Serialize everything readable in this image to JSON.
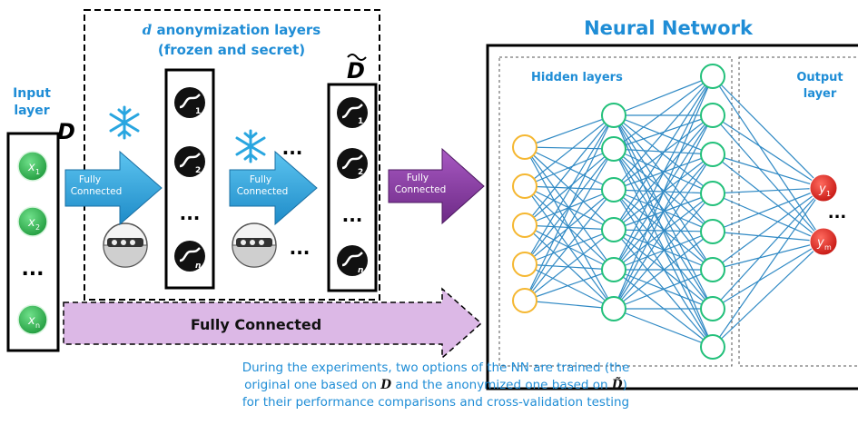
{
  "input_layer": {
    "title_line1": "Input",
    "title_line2": "layer",
    "matrix_symbol": "D",
    "nodes": [
      "x1",
      "x2",
      "...",
      "xn"
    ],
    "node_labels": [
      {
        "base": "x",
        "sub": "1"
      },
      {
        "base": "x",
        "sub": "2"
      },
      {
        "base": "x",
        "sub": "n"
      }
    ],
    "ellipsis": "..."
  },
  "anonymization": {
    "title_var": "d",
    "title_rest": " anonymization layers",
    "subtitle": "(frozen and secret)",
    "anon_symbol": "D",
    "layer_nodes": [
      "1",
      "2",
      "n"
    ],
    "ellipsis": "...",
    "arrow1_line1": "Fully",
    "arrow1_line2": "Connected",
    "arrow2_line1": "Fully",
    "arrow2_line2": "Connected"
  },
  "connector": {
    "line1": "Fully",
    "line2": "Connected"
  },
  "neural_network": {
    "title": "Neural Network",
    "hidden_label": "Hidden layers",
    "output_label_line1": "Output",
    "output_label_line2": "layer",
    "output_nodes": [
      {
        "base": "y",
        "sub": "1"
      },
      {
        "base": "y",
        "sub": "m"
      }
    ],
    "output_ellipsis": "..."
  },
  "bypass": {
    "label": "Fully Connected"
  },
  "caption": {
    "line1": "During the experiments, two options of the NN are trained (the",
    "line2_a": "original one based on ",
    "line2_sym1": "D",
    "line2_b": " and the anonymized one based on ",
    "line2_sym2": "D̃",
    "line2_c": ")",
    "line3": "for their performance comparisons and cross-validation testing"
  },
  "colors": {
    "input_node": "#2db34a",
    "hidden_node_stroke": "#22c07a",
    "first_layer_stroke": "#f5b731",
    "output_node": "#e3201b",
    "edge": "#2f89c4",
    "arrow_blue": "#3aa7de",
    "arrow_purple": "#8e3fa6",
    "bypass_fill": "#dcb8e6",
    "text_blue": "#1f8dd6"
  }
}
